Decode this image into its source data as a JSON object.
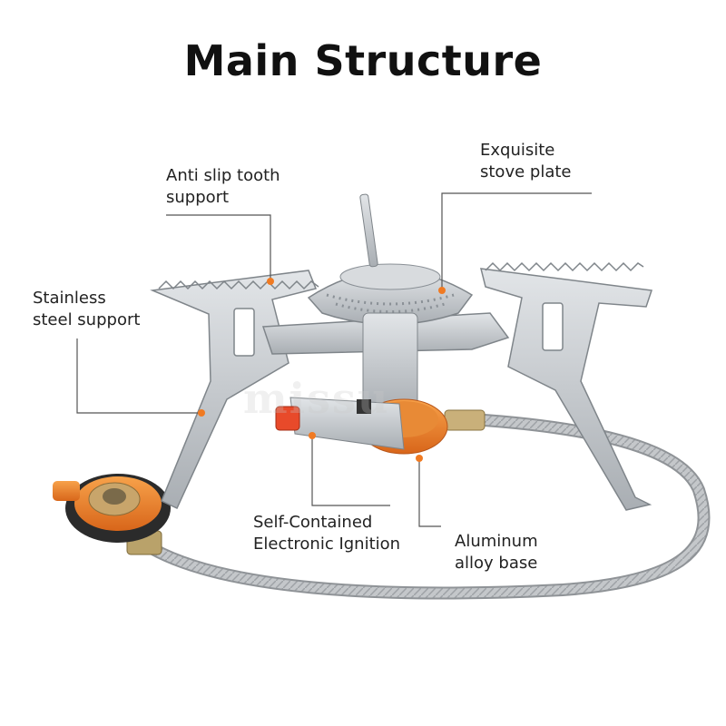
{
  "title": "Main Structure",
  "watermark": "missu",
  "colors": {
    "accent": "#f07a22",
    "line": "#555555",
    "steel": "#c9cdd1"
  },
  "callouts": [
    {
      "id": "anti-slip",
      "lines": [
        "Anti slip tooth",
        "support"
      ]
    },
    {
      "id": "stove-plate",
      "lines": [
        "Exquisite",
        "stove plate"
      ]
    },
    {
      "id": "stainless",
      "lines": [
        "Stainless",
        "steel support"
      ]
    },
    {
      "id": "ignition",
      "lines": [
        "Self-Contained",
        "Electronic Ignition"
      ]
    },
    {
      "id": "base",
      "lines": [
        "Aluminum",
        "alloy base"
      ]
    }
  ]
}
